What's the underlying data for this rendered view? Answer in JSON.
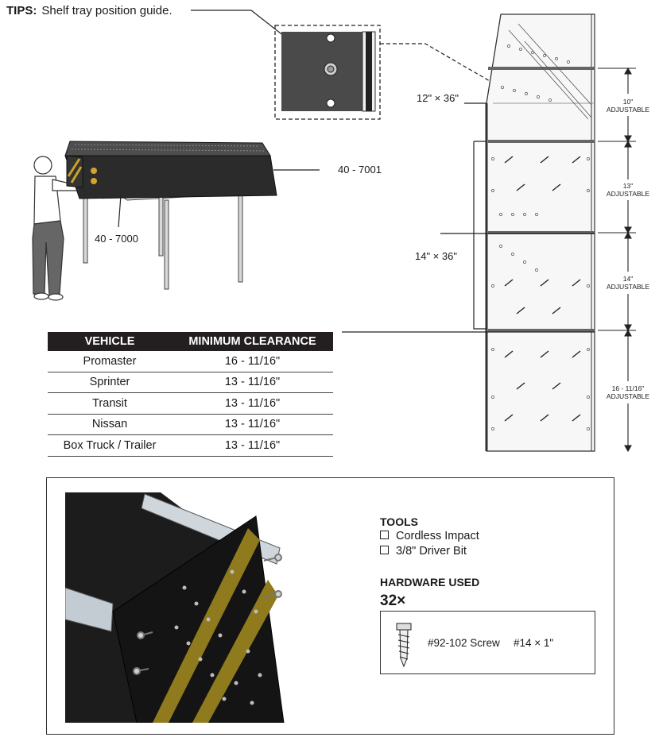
{
  "tips": {
    "label": "TIPS:",
    "text": "Shelf tray position guide."
  },
  "parts": {
    "upper": "40 - 7001",
    "lower": "40 - 7000"
  },
  "panels": {
    "top": "12\" × 36\"",
    "middle": "14\" × 36\""
  },
  "adjustments": [
    {
      "size": "10\"",
      "word": "ADJUSTABLE"
    },
    {
      "size": "13\"",
      "word": "ADJUSTABLE"
    },
    {
      "size": "14\"",
      "word": "ADJUSTABLE"
    },
    {
      "size": "16 - 11/16\"",
      "word": "ADJUSTABLE"
    }
  ],
  "clearance_table": {
    "headers": [
      "VEHICLE",
      "MINIMUM CLEARANCE"
    ],
    "rows": [
      [
        "Promaster",
        "16 - 11/16\""
      ],
      [
        "Sprinter",
        "13 - 11/16\""
      ],
      [
        "Transit",
        "13 - 11/16\""
      ],
      [
        "Nissan",
        "13 - 11/16\""
      ],
      [
        "Box Truck / Trailer",
        "13 - 11/16\""
      ]
    ]
  },
  "tools": {
    "title": "TOOLS",
    "items": [
      "Cordless Impact",
      "3/8\" Driver Bit"
    ]
  },
  "hardware": {
    "title": "HARDWARE USED",
    "quantity": "32×",
    "part": "#92-102 Screw",
    "size": "#14 × 1\""
  }
}
